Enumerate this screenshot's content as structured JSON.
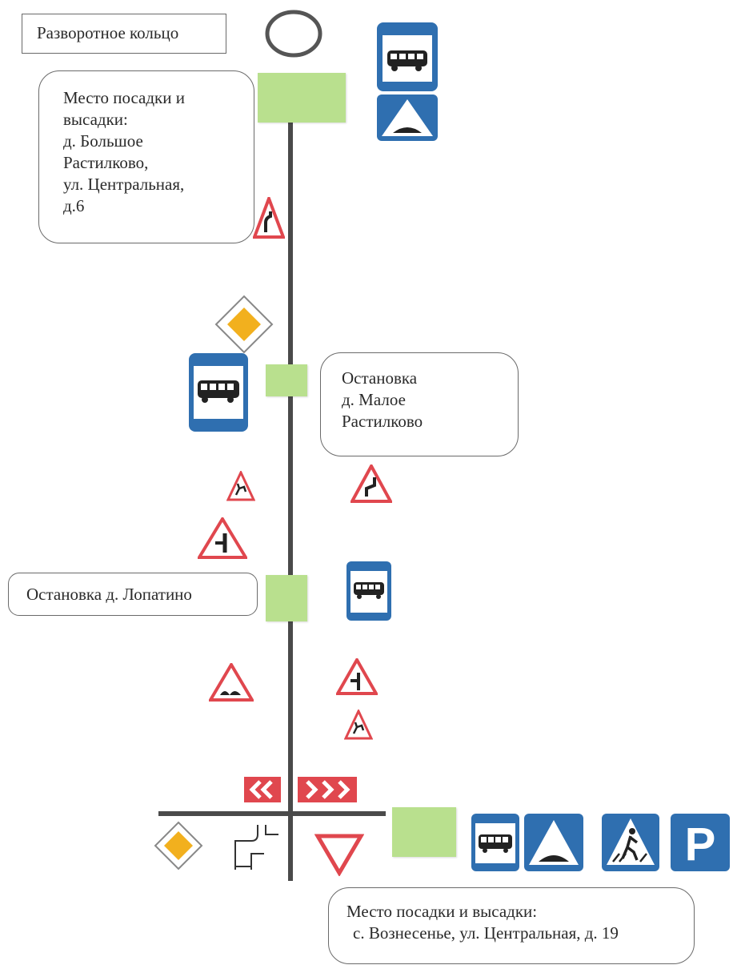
{
  "labels": {
    "turnaround": "Разворотное кольцо",
    "start_title": "Место посадки и высадки:",
    "start_place_1": "д. Большое",
    "start_place_2": "Растилково,",
    "start_place_3": "ул. Центральная,",
    "start_place_4": "д.6",
    "stop_malo_1": "Остановка",
    "stop_malo_2": "д. Малое",
    "stop_malo_3": "Растилково",
    "stop_lopatino": "Остановка д. Лопатино",
    "end_title": "Место посадки и высадки:",
    "end_place": "с. Вознесенье, ул. Центральная, д. 19"
  },
  "signs": {
    "bus_stop": "bus-stop-sign",
    "speed_bump": "speed-bump-sign",
    "dangerous_curve": "dangerous-curve-sign",
    "priority_road": "priority-road-sign",
    "double_curve": "double-curve-sign",
    "wild_animals": "wild-animals-sign",
    "side_road_junction": "side-road-junction-sign",
    "uneven_road": "uneven-road-sign",
    "turn_direction": "turn-direction-chevron-sign",
    "yield": "yield-sign",
    "pedestrian_crossing": "pedestrian-crossing-sign",
    "parking": "parking-sign",
    "parking_letter": "P"
  },
  "colors": {
    "road": "#4a4a4a",
    "stop_area": "#b9e08e",
    "sign_blue": "#2f6fb0",
    "sign_red": "#e0474e",
    "priority_yellow": "#f2b01e"
  }
}
